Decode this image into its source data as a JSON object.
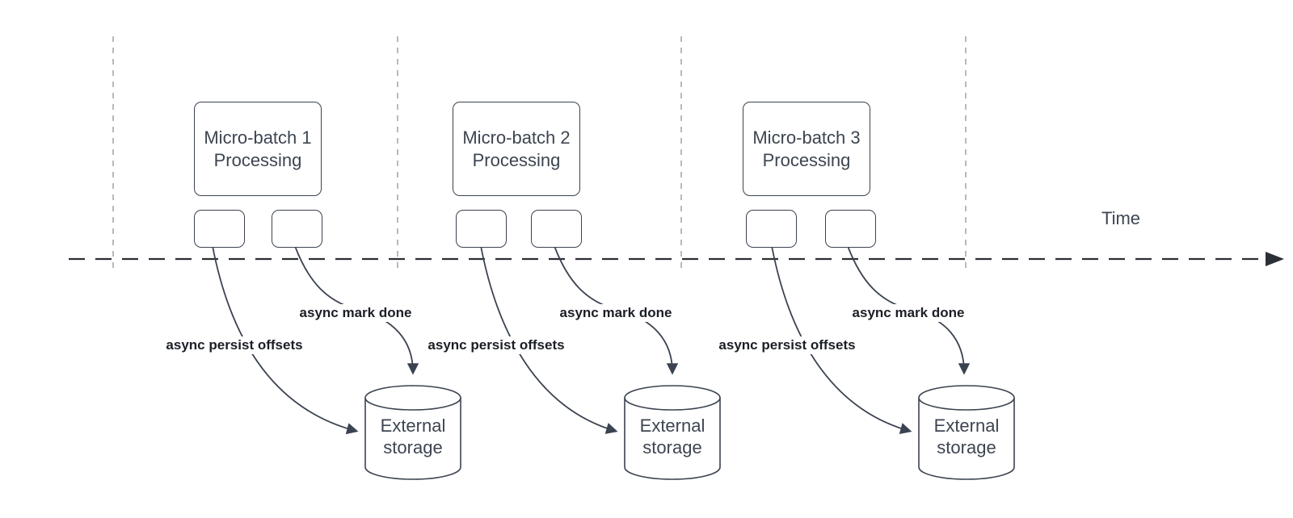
{
  "diagram": {
    "time_axis_label": "Time",
    "groups": [
      {
        "process_label": "Micro-batch 1\nProcessing",
        "persist_edge_label": "async persist offsets",
        "done_edge_label": "async mark done",
        "storage_label": "External\nstorage"
      },
      {
        "process_label": "Micro-batch 2\nProcessing",
        "persist_edge_label": "async persist offsets",
        "done_edge_label": "async mark done",
        "storage_label": "External\nstorage"
      },
      {
        "process_label": "Micro-batch 3\nProcessing",
        "persist_edge_label": "async persist offsets",
        "done_edge_label": "async mark done",
        "storage_label": "External\nstorage"
      }
    ],
    "colors": {
      "shape_stroke": "#3b4350",
      "shape_text": "#3d4551",
      "edge_label_text": "#1b1f26",
      "guide_line": "#a9aeb4",
      "time_axis_line": "#2b2f36",
      "background": "#ffffff"
    }
  }
}
